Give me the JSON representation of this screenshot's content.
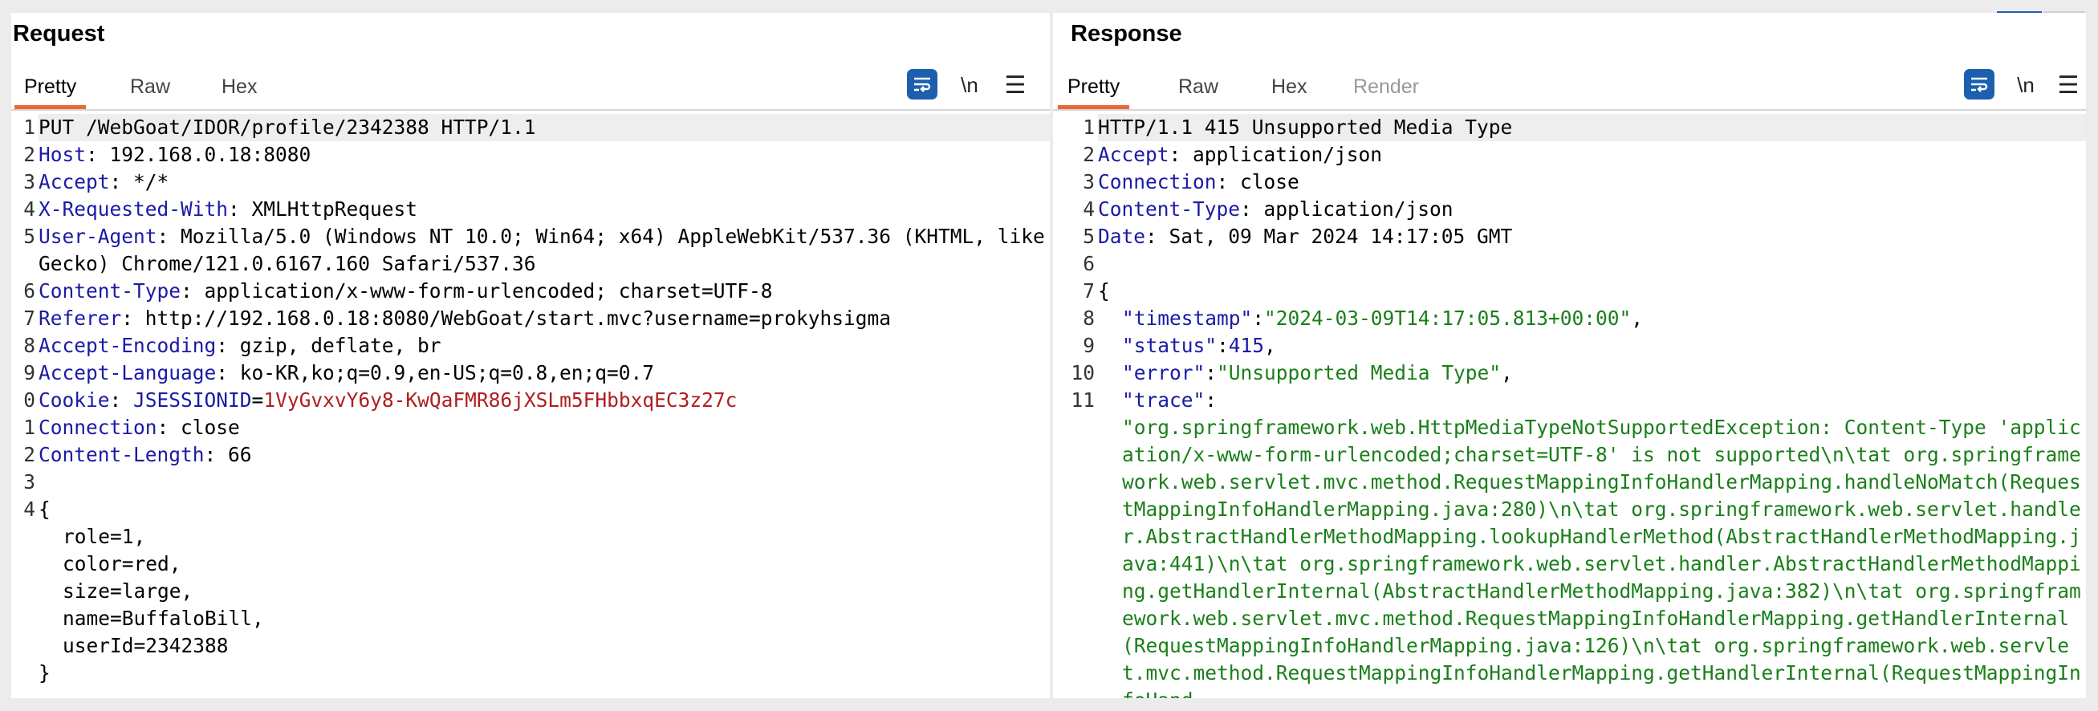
{
  "request": {
    "title": "Request",
    "tabs": [
      "Pretty",
      "Raw",
      "Hex"
    ],
    "tools": {
      "newline": "\\n",
      "menu": "☰"
    },
    "request_line": "PUT /WebGoat/IDOR/profile/2342388 HTTP/1.1",
    "headers": [
      {
        "ln": "2",
        "name": "Host",
        "value": " 192.168.0.18:8080"
      },
      {
        "ln": "3",
        "name": "Accept",
        "value": " */*"
      },
      {
        "ln": "4",
        "name": "X-Requested-With",
        "value": " XMLHttpRequest"
      },
      {
        "ln": "5",
        "name": "User-Agent",
        "value": " Mozilla/5.0 (Windows NT 10.0; Win64; x64) AppleWebKit/537.36 (KHTML, like Gecko) Chrome/121.0.6167.160 Safari/537.36"
      },
      {
        "ln": "6",
        "name": "Content-Type",
        "value": " application/x-www-form-urlencoded; charset=UTF-8"
      },
      {
        "ln": "7",
        "name": "Referer",
        "value": " http://192.168.0.18:8080/WebGoat/start.mvc?username=prokyhsigma"
      },
      {
        "ln": "8",
        "name": "Accept-Encoding",
        "value": " gzip, deflate, br"
      },
      {
        "ln": "9",
        "name": "Accept-Language",
        "value": " ko-KR,ko;q=0.9,en-US;q=0.8,en;q=0.7"
      }
    ],
    "cookie": {
      "ln": "0",
      "name": "Cookie",
      "cookie_name": "JSESSIONID",
      "eq": "=",
      "cookie_value": "1VyGvxvY6y8-KwQaFMR86jXSLm5FHbbxqEC3z27c"
    },
    "headers_after": [
      {
        "ln": "1",
        "name": "Connection",
        "value": " close"
      },
      {
        "ln": "2",
        "name": "Content-Length",
        "value": " 66"
      }
    ],
    "blank_ln": "3",
    "body_ln": "4",
    "body_lines": [
      "{",
      "role=1,",
      "color=red,",
      "size=large,",
      "name=BuffaloBill,",
      "userId=2342388",
      "}"
    ]
  },
  "response": {
    "title": "Response",
    "tabs": [
      "Pretty",
      "Raw",
      "Hex",
      "Render"
    ],
    "tools": {
      "newline": "\\n",
      "menu": "☰"
    },
    "status_line": "HTTP/1.1 415 Unsupported Media Type",
    "headers": [
      {
        "ln": "2",
        "name": "Accept",
        "value": " application/json"
      },
      {
        "ln": "3",
        "name": "Connection",
        "value": " close"
      },
      {
        "ln": "4",
        "name": "Content-Type",
        "value": " application/json"
      },
      {
        "ln": "5",
        "name": "Date",
        "value": " Sat, 09 Mar 2024 14:17:05 GMT"
      }
    ],
    "blank_ln": "6",
    "open_ln": "7",
    "open_brace": "{",
    "json": [
      {
        "ln": "8",
        "key": "\"timestamp\"",
        "colon": ":",
        "value": "\"2024-03-09T14:17:05.813+00:00\"",
        "type": "str",
        "tail": ","
      },
      {
        "ln": "9",
        "key": "\"status\"",
        "colon": ":",
        "value": "415",
        "type": "num",
        "tail": ","
      },
      {
        "ln": "10",
        "key": "\"error\"",
        "colon": ":",
        "value": "\"Unsupported Media Type\"",
        "type": "str",
        "tail": ","
      },
      {
        "ln": "11",
        "key": "\"trace\"",
        "colon": ":",
        "value": "",
        "type": "str",
        "tail": ""
      }
    ],
    "trace_value": "\"org.springframework.web.HttpMediaTypeNotSupportedException: Content-Type 'application/x-www-form-urlencoded;charset=UTF-8' is not supported\\n\\tat org.springframework.web.servlet.mvc.method.RequestMappingInfoHandlerMapping.handleNoMatch(RequestMappingInfoHandlerMapping.java:280)\\n\\tat org.springframework.web.servlet.handler.AbstractHandlerMethodMapping.lookupHandlerMethod(AbstractHandlerMethodMapping.java:441)\\n\\tat org.springframework.web.servlet.handler.AbstractHandlerMethodMapping.getHandlerInternal(AbstractHandlerMethodMapping.java:382)\\n\\tat org.springframework.web.servlet.mvc.method.RequestMappingInfoHandlerMapping.getHandlerInternal(RequestMappingInfoHandlerMapping.java:126)\\n\\tat org.springframework.web.servlet.mvc.method.RequestMappingInfoHandlerMapping.getHandlerInternal(RequestMappingInfoHand"
  },
  "colors": {
    "accent": "#e8693a",
    "wrap_button": "#1c5fae",
    "header_name": "#1a1aa6",
    "cookie_value": "#b01e1e",
    "json_string": "#1a7f1a"
  }
}
